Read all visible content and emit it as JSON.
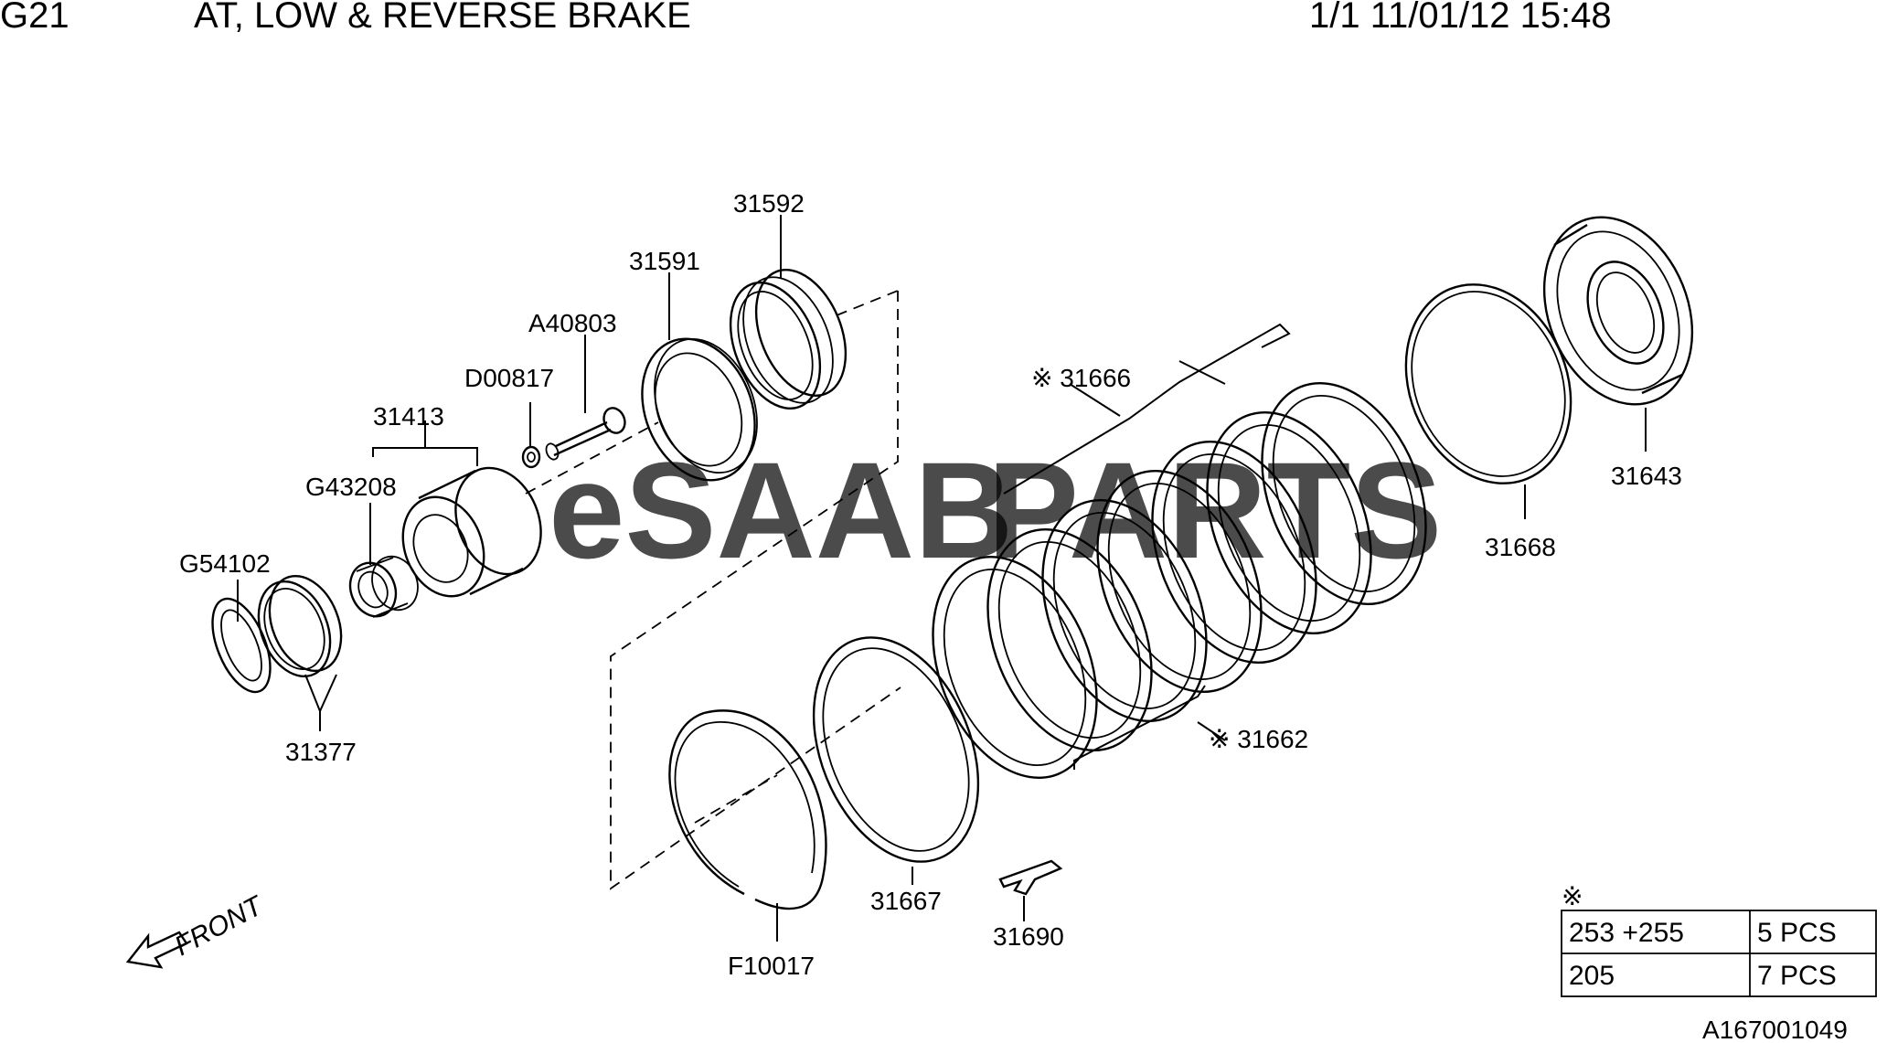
{
  "header": {
    "group_code": "G21",
    "title": "AT, LOW & REVERSE BRAKE",
    "page_info": "1/1 11/01/12 15:48"
  },
  "watermark": {
    "text_primary": "eSAAB",
    "text_secondary": "PARTS",
    "color": "#e27e7e"
  },
  "labels": {
    "p31592": "31592",
    "p31591": "31591",
    "pA40803": "A40803",
    "pD00817": "D00817",
    "p31413": "31413",
    "pG43208": "G43208",
    "pG54102": "G54102",
    "p31377": "31377",
    "p31666": "※ 31666",
    "p31662": "※ 31662",
    "p31643": "31643",
    "p31668": "31668",
    "p31667": "31667",
    "p31690": "31690",
    "pF10017": "F10017"
  },
  "front_marker": "FRONT",
  "note_table": {
    "symbol": "※",
    "rows": [
      {
        "spec": "253 +255",
        "qty": "5 PCS"
      },
      {
        "spec": "205",
        "qty": "7 PCS"
      }
    ]
  },
  "diagram_id": "A167001049"
}
